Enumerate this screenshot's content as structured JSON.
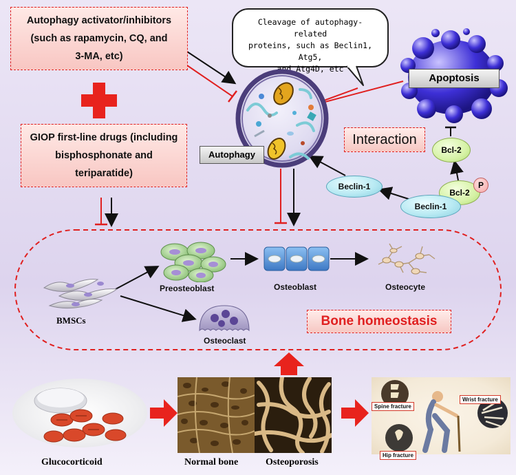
{
  "activator_box": {
    "line1": "Autophagy activator/inhibitors",
    "line2": "(such as rapamycin, CQ, and",
    "line3": "3-MA, etc)"
  },
  "giop_box": {
    "line1": "GIOP first-line drugs (including",
    "line2": "bisphosphonate and",
    "line3": "teriparatide)"
  },
  "speech_bubble": {
    "line1": "Cleavage of autophagy-related",
    "line2": "proteins, such as Beclin1, Atg5,",
    "line3": "and Atg4D, etc"
  },
  "labels": {
    "apoptosis": "Apoptosis",
    "autophagy": "Autophagy",
    "interaction": "Interaction",
    "bcl2_top": "Bcl-2",
    "bcl2_bottom": "Bcl-2",
    "phospho": "P",
    "beclin_left": "Beclin-1",
    "beclin_right": "Beclin-1",
    "preosteoblast": "Preosteoblast",
    "osteoblast": "Osteoblast",
    "osteocyte": "Osteocyte",
    "bmscs": "BMSCs",
    "osteoclast": "Osteoclast",
    "bone_homeostasis": "Bone homeostasis",
    "glucocorticoid": "Glucocorticoid",
    "normal_bone": "Normal bone",
    "osteoporosis": "Osteoporosis",
    "spine_fracture": "Spine fracture",
    "wrist_fracture": "Wrist fracture",
    "hip_fracture": "Hip fracture"
  },
  "colors": {
    "red": "#e02020",
    "cell_purple": "#4b3d7a",
    "osteoblast_blue": "#4d8fd6",
    "preosteoblast_green": "#8fc27a"
  }
}
